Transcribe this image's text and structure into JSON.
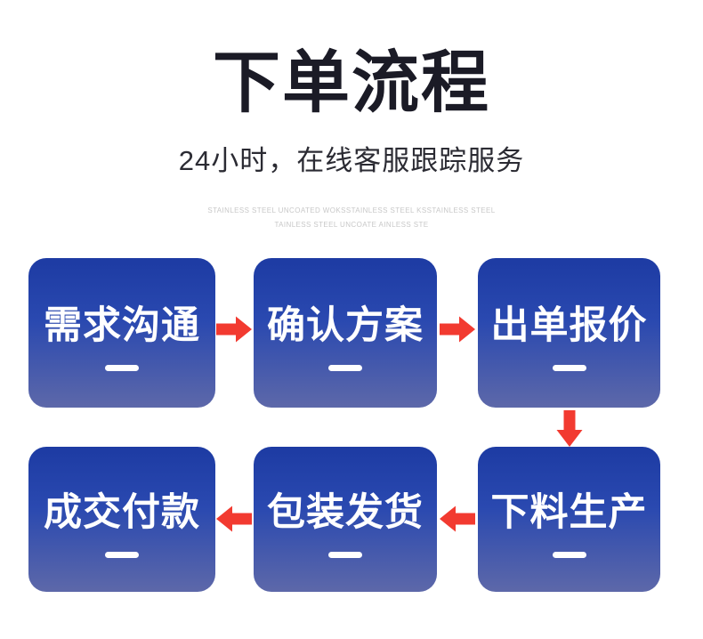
{
  "header": {
    "title": "下单流程",
    "subtitle": "24小时，在线客服跟踪服务"
  },
  "watermark": {
    "line1": "STAINLESS STEEL UNCOATED WOKSSTAINLESS STEEL KSSTAINLESS STEEL",
    "line2": "TAINLESS STEEL UNCOATE AINLESS STE"
  },
  "flow": {
    "row1": [
      {
        "label": "需求沟通"
      },
      {
        "label": "确认方案"
      },
      {
        "label": "出单报价"
      }
    ],
    "row2": [
      {
        "label": "成交付款"
      },
      {
        "label": "包装发货"
      },
      {
        "label": "下料生产"
      }
    ]
  },
  "colors": {
    "box_gradient_top": "#1d3ba3",
    "box_gradient_mid": "#2a49b0",
    "box_gradient_bottom": "#5d68a9",
    "arrow_red": "#f23a30",
    "title_text": "#1b1b26",
    "box_text": "#ffffff",
    "watermark_text": "#c8c8c8",
    "background": "#ffffff"
  }
}
